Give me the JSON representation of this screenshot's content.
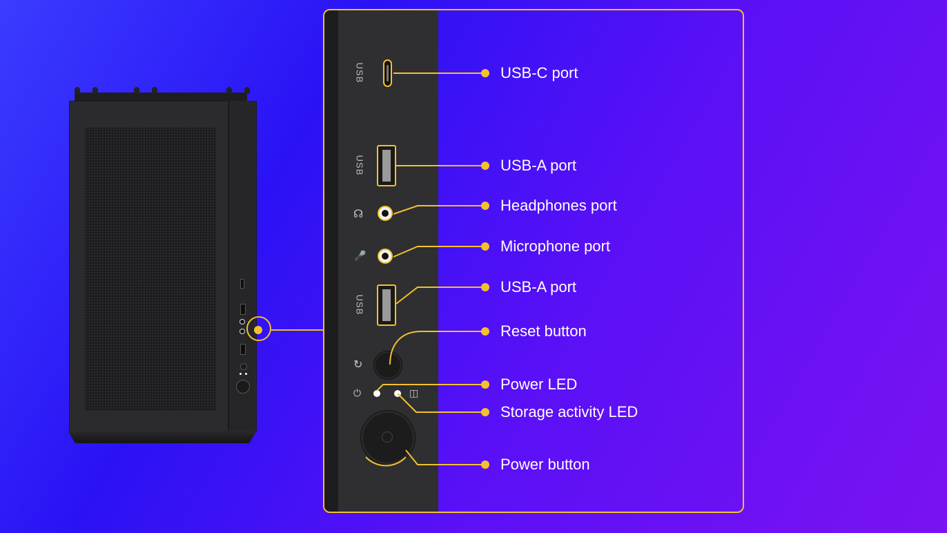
{
  "case_labels": {
    "usb_1": "USB",
    "usb_2": "USB",
    "usb_3": "USB"
  },
  "ports": [
    {
      "label": "USB-C port"
    },
    {
      "label": "USB-A port"
    },
    {
      "label": "Headphones port"
    },
    {
      "label": "Microphone port"
    },
    {
      "label": "USB-A port"
    },
    {
      "label": "Reset button"
    },
    {
      "label": "Power LED"
    },
    {
      "label": "Storage activity LED"
    },
    {
      "label": "Power button"
    }
  ],
  "colors": {
    "accent": "#f4c12e",
    "background_start": "#3a3cff",
    "background_end": "#7a12f2",
    "case": "#2b2b2d"
  },
  "icons": {
    "headphones": "headphones-icon",
    "microphone": "microphone-icon",
    "reset": "reset-icon",
    "power": "power-icon",
    "storage": "storage-icon"
  }
}
